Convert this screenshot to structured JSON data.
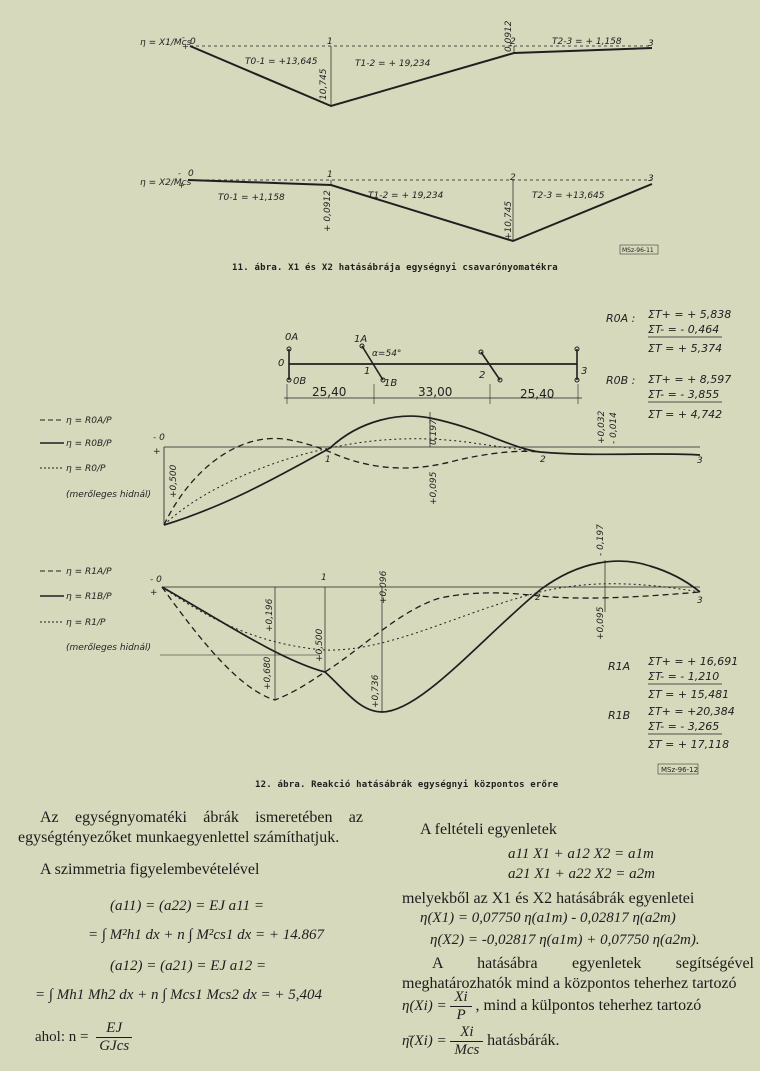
{
  "fig11": {
    "caption": "11. ábra. X1 és X2 hatásábrája egységnyi csavarónyomatékra",
    "stamp": "MSz-96-11",
    "top": {
      "eta_label": "η = X1/Mcs",
      "minus": "-",
      "plus": "+",
      "node0": "0",
      "node1": "1",
      "node2": "2",
      "node3": "3",
      "T01": "T0-1 = +13,645",
      "T12": "T1-2 = + 19,234",
      "T23": "T2-3 = + 1,158",
      "v1": "10,745",
      "v2": "0,0912"
    },
    "bottom": {
      "eta_label": "η = X2/Mcs",
      "minus": "-",
      "plus": "+",
      "node0": "0",
      "node1": "1",
      "node2": "2",
      "node3": "3",
      "T01": "T0-1 = +1,158",
      "T12": "T1-2 = + 19,234",
      "T23": "T2-3 = +13,645",
      "v1": "+ 0,0912",
      "v2": "+10,745"
    }
  },
  "fig12": {
    "caption": "12. ábra. Reakció hatásábrák egységnyi központos erőre",
    "stamp": "MSz-96-12",
    "plan": {
      "n0A": "0A",
      "n0B": "0B",
      "n1A": "1A",
      "n1B": "1B",
      "n0": "0",
      "n1": "1",
      "n2": "2",
      "n3": "3",
      "alpha": "α=54°",
      "d1": "25,40",
      "d2": "33,00",
      "d3": "25,40"
    },
    "upper": {
      "legend": [
        "η = R0A/P",
        "η = R0B/P",
        "η = R0/P"
      ],
      "note": "(merőleges hidnál)",
      "minus": "- 0",
      "plus": "+",
      "v0": "+0,500",
      "v_mid": "0,197",
      "v_mid2": "+0,095",
      "v_r1": "+0,032",
      "v_r2": "- 0,014",
      "n1": "1",
      "n2": "2",
      "n3": "3"
    },
    "lower": {
      "legend": [
        "η = R1A/P",
        "η = R1B/P",
        "η = R1/P"
      ],
      "note": "(merőleges hidnál)",
      "zero": "- 0",
      "plus": "+",
      "v_196": "+0,196",
      "v_500": "+0,500",
      "v_096": "+0,096",
      "v_680": "+0,680",
      "v_736": "+0,736",
      "v_197": "- 0,197",
      "v_095": "+0,095",
      "n1": "1",
      "n2": "2",
      "n3": "3"
    },
    "sums_R0A": {
      "label": "R0A :",
      "plus": "ΣT+ = + 5,838",
      "minus": "ΣT- = - 0,464",
      "total": "ΣT = + 5,374"
    },
    "sums_R0B": {
      "label": "R0B :",
      "plus": "ΣT+ = + 8,597",
      "minus": "ΣT- = - 3,855",
      "total": "ΣT = + 4,742"
    },
    "sums_R1A": {
      "label": "R1A",
      "plus": "ΣT+ = + 16,691",
      "minus": "ΣT- = - 1,210",
      "total": "ΣT = + 15,481"
    },
    "sums_R1B": {
      "label": "R1B",
      "plus": "ΣT+ = +20,384",
      "minus": "ΣT- = - 3,265",
      "total": "ΣT = + 17,118"
    }
  },
  "text_left": {
    "para1": "Az egységnyomatéki ábrák ismeretében az egységtényezőket munkaegyenlettel számíthatjuk.",
    "para2": "A szimmetria figyelembevételével",
    "eq1": "(a11) = (a22) = EJ a11 =",
    "eq2": "= ∫ M²h1 dx + n ∫ M²cs1 dx = + 14.867",
    "eq3": "(a12) = (a21) = EJ a12 =",
    "eq4": "= ∫ Mh1 Mh2 dx + n ∫ Mcs1 Mcs2 dx = + 5,404",
    "eq5_pre": "ahol: n =",
    "eq5_num": "EJ",
    "eq5_den": "GJcs"
  },
  "text_right": {
    "para1": "A feltételi egyenletek",
    "eq1": "a11 X1 + a12 X2 = a1m",
    "eq2": "a21 X1 + a22 X2 = a2m",
    "para2": "melyekből az X1 és X2 hatásábrák egyenletei",
    "eq3": "η(X1) = 0,07750 η(a1m) - 0,02817 η(a2m)",
    "eq4": "η(X2) = -0,02817 η(a1m) + 0,07750 η(a2m).",
    "para3": "A hatásábra egyenletek segítségével meghatározhatók mind a központos teherhez tartozó",
    "eq5_pre": "η(Xi) =",
    "eq5_num": "Xi",
    "eq5_den": "P",
    "eq5_post": ", mind a külpontos teherhez tartozó",
    "eq6_pre": "η̄(Xi) =",
    "eq6_num": "Xi",
    "eq6_den": "Mcs",
    "eq6_post": "hatásbárák."
  }
}
